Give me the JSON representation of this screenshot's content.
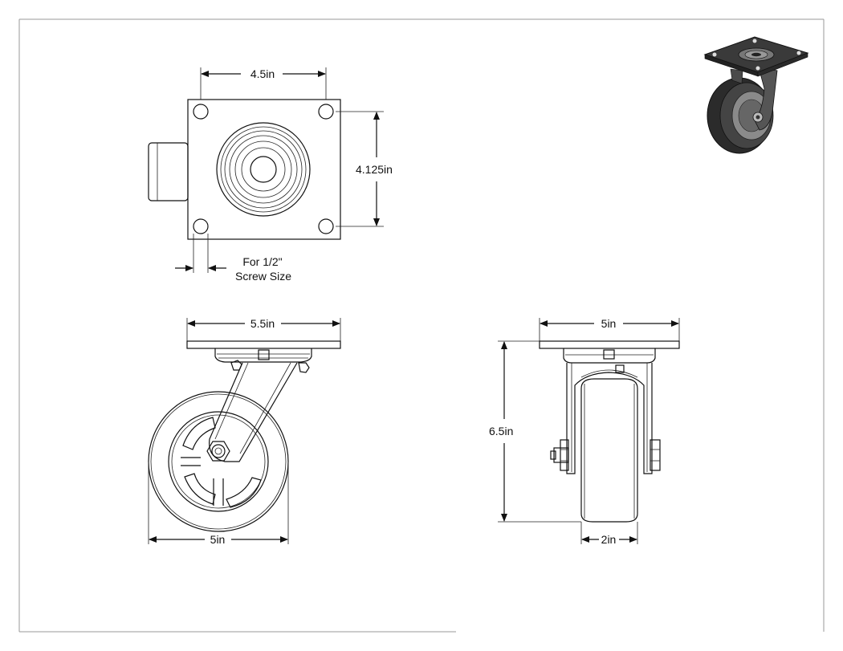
{
  "drawing": {
    "top_view": {
      "width_label": "4.5in",
      "height_label": "4.125in",
      "screw_note_line1": "For 1/2\"",
      "screw_note_line2": "Screw Size"
    },
    "side_view": {
      "plate_width_label": "5.5in",
      "wheel_diameter_label": "5in"
    },
    "front_view": {
      "plate_width_label": "5in",
      "overall_height_label": "6.5in",
      "wheel_width_label": "2in"
    },
    "iso_view": {
      "icon": "caster-wheel-icon"
    }
  },
  "colors": {
    "line": "#111111",
    "frame": "#999999",
    "iso_dark": "#2b2b2b",
    "iso_mid": "#555555",
    "iso_light": "#8a8a8a"
  }
}
